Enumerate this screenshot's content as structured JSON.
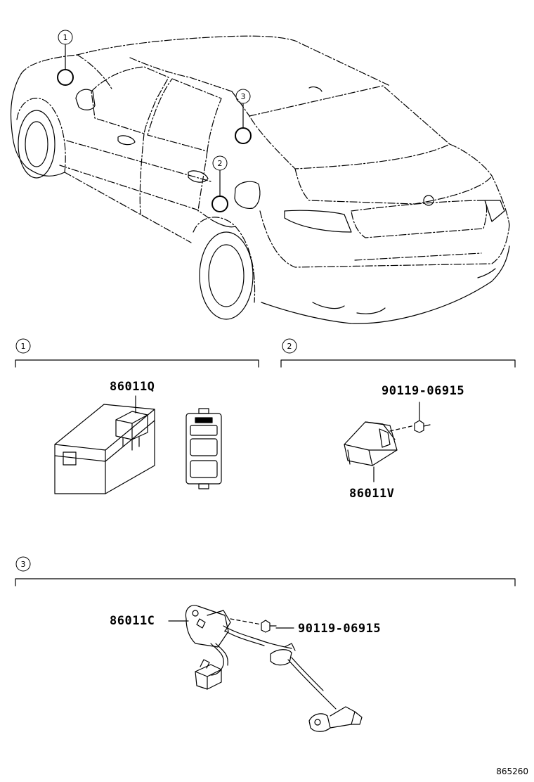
{
  "callouts": [
    "1",
    "2",
    "3"
  ],
  "sections": [
    {
      "number": "1",
      "parts": [
        "86011Q"
      ]
    },
    {
      "number": "2",
      "parts": [
        "90119-06915",
        "86011V"
      ]
    },
    {
      "number": "3",
      "parts": [
        "86011C",
        "90119-06915"
      ]
    }
  ],
  "diagram_id": "865260"
}
